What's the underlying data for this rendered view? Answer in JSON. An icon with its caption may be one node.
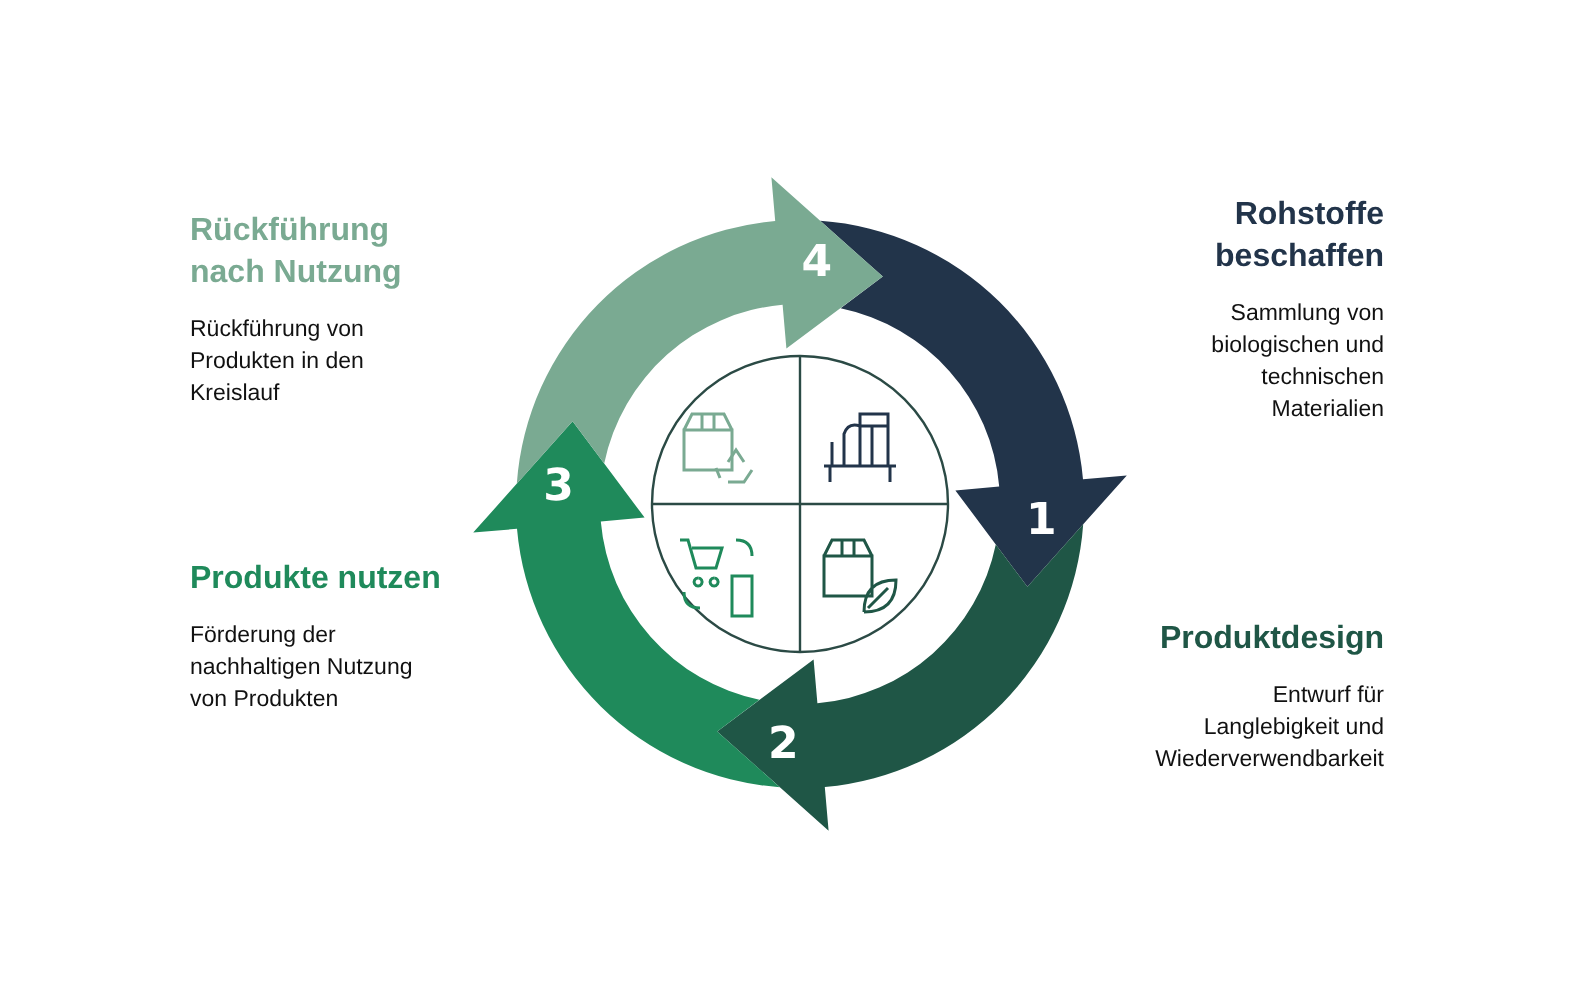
{
  "diagram": {
    "nodes": [
      {
        "text": [
          "1"
        ],
        "beside": [
          "Rohstoffe beschaffen",
          "Sammlung von biologischen und technischen Materialien"
        ]
      },
      {
        "text": [
          "2"
        ],
        "beside": [
          "Produktdesign",
          "Entwurf für Langlebigkeit und Wiederverwendbarkeit"
        ]
      },
      {
        "text": [
          "3"
        ],
        "beside": [
          "Produkte nutzen",
          "Förderung der nachhaltigen Nutzung von Produkten"
        ]
      },
      {
        "text": [
          "4"
        ],
        "beside": [
          "Rückführung nach Nutzung",
          "Rückführung von Produkten in den Kreislauf"
        ]
      }
    ]
  }
}
